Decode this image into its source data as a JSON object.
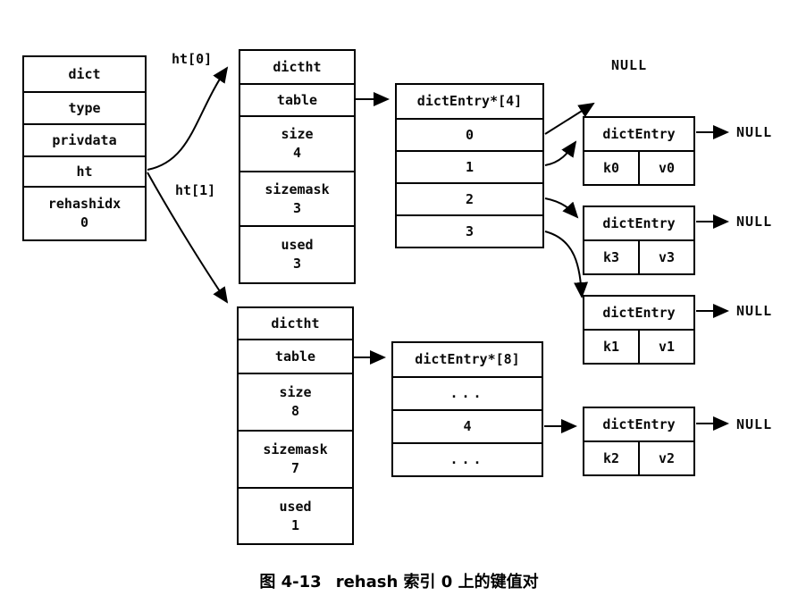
{
  "figure": {
    "label": "图 4-13",
    "title": "rehash 索引 0 上的键值对"
  },
  "colors": {
    "ink": "#000000",
    "background": "#ffffff"
  },
  "dict": {
    "row_dict": "dict",
    "row_type": "type",
    "row_privdata": "privdata",
    "row_ht": "ht",
    "rehashidx_label": "rehashidx",
    "rehashidx_value": "0"
  },
  "pointers": {
    "ht0": "ht[0]",
    "ht1": "ht[1]"
  },
  "ht0": {
    "title": "dictht",
    "table_label": "table",
    "size_label": "size",
    "size_value": "4",
    "sizemask_label": "sizemask",
    "sizemask_value": "3",
    "used_label": "used",
    "used_value": "3"
  },
  "ht1": {
    "title": "dictht",
    "table_label": "table",
    "size_label": "size",
    "size_value": "8",
    "sizemask_label": "sizemask",
    "sizemask_value": "7",
    "used_label": "used",
    "used_value": "1"
  },
  "array4": {
    "header": "dictEntry*[4]",
    "slots": [
      "0",
      "1",
      "2",
      "3"
    ]
  },
  "array8": {
    "header": "dictEntry*[8]",
    "slots": [
      "...",
      "4",
      "..."
    ]
  },
  "null_top": "NULL",
  "entries": [
    {
      "title": "dictEntry",
      "key": "k0",
      "value": "v0",
      "next": "NULL"
    },
    {
      "title": "dictEntry",
      "key": "k3",
      "value": "v3",
      "next": "NULL"
    },
    {
      "title": "dictEntry",
      "key": "k1",
      "value": "v1",
      "next": "NULL"
    },
    {
      "title": "dictEntry",
      "key": "k2",
      "value": "v2",
      "next": "NULL"
    }
  ]
}
